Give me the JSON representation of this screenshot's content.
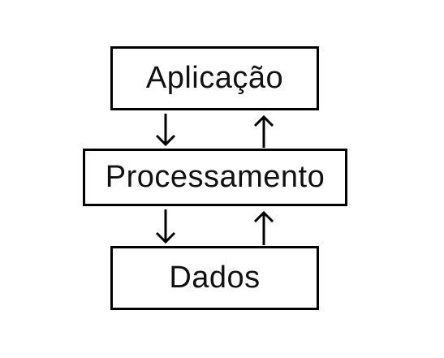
{
  "diagram": {
    "layers": [
      {
        "id": "app",
        "label": "Aplicação"
      },
      {
        "id": "proc",
        "label": "Processamento"
      },
      {
        "id": "data",
        "label": "Dados"
      }
    ],
    "connections": [
      {
        "from": "app",
        "to": "proc",
        "direction": "down"
      },
      {
        "from": "proc",
        "to": "app",
        "direction": "up"
      },
      {
        "from": "proc",
        "to": "data",
        "direction": "down"
      },
      {
        "from": "data",
        "to": "proc",
        "direction": "up"
      }
    ]
  }
}
